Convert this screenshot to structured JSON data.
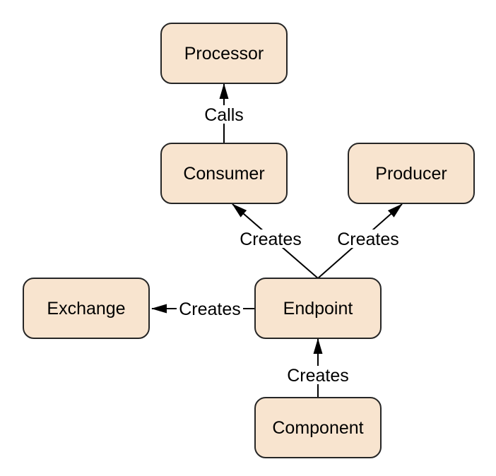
{
  "diagram": {
    "colors": {
      "background": "#ffffff",
      "node_fill": "#f8e4cf",
      "node_border": "#262626",
      "edge": "#000000",
      "text": "#000000"
    },
    "nodes": {
      "processor": {
        "label": "Processor"
      },
      "consumer": {
        "label": "Consumer"
      },
      "producer": {
        "label": "Producer"
      },
      "exchange": {
        "label": "Exchange"
      },
      "endpoint": {
        "label": "Endpoint"
      },
      "component": {
        "label": "Component"
      }
    },
    "edges": {
      "consumer_calls_processor": {
        "label": "Calls",
        "from": "Consumer",
        "to": "Processor"
      },
      "endpoint_creates_consumer": {
        "label": "Creates",
        "from": "Endpoint",
        "to": "Consumer"
      },
      "endpoint_creates_producer": {
        "label": "Creates",
        "from": "Endpoint",
        "to": "Producer"
      },
      "endpoint_creates_exchange": {
        "label": "Creates",
        "from": "Endpoint",
        "to": "Exchange"
      },
      "component_creates_endpoint": {
        "label": "Creates",
        "from": "Component",
        "to": "Endpoint"
      }
    }
  }
}
